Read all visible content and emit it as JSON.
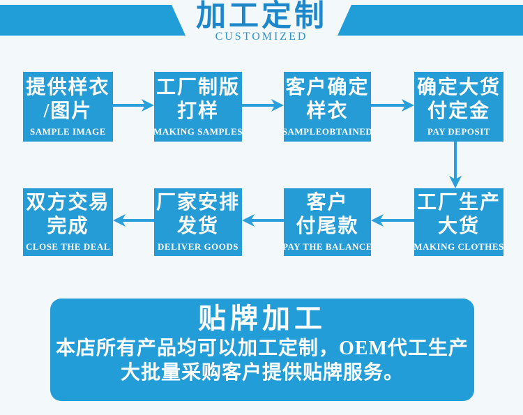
{
  "page": {
    "background": "#f3f8fb",
    "accent_blue": "#219ed8",
    "box_blue": "#259cd6",
    "title_blue": "#1e87ca",
    "text_white": "#ffffff"
  },
  "header": {
    "title": "加工定制",
    "subtitle": "CUSTOMIZED"
  },
  "flow": {
    "row1": [
      {
        "zh1": "提供样衣",
        "zh2": "/图片",
        "en": "SAMPLE IMAGE"
      },
      {
        "zh1": "工厂制版",
        "zh2": "打样",
        "en": "MAKING SAMPLES"
      },
      {
        "zh1": "客户确定",
        "zh2": "样衣",
        "en": "SAMPLEOBTAINED"
      },
      {
        "zh1": "确定大货",
        "zh2": "付定金",
        "en": "PAY DEPOSIT"
      }
    ],
    "row2": [
      {
        "zh1": "双方交易",
        "zh2": "完成",
        "en": "CLOSE THE DEAL"
      },
      {
        "zh1": "厂家安排",
        "zh2": "发货",
        "en": "DELIVER GOODS"
      },
      {
        "zh1": "客户",
        "zh2": "付尾款",
        "en": "PAY THE BALANCE"
      },
      {
        "zh1": "工厂生产",
        "zh2": "大货",
        "en": "MAKING CLOTHES"
      }
    ]
  },
  "oem": {
    "title": "贴牌加工",
    "line1": "本店所有产品均可以加工定制，OEM代工生产",
    "line2": "大批量采购客户提供贴牌服务。"
  }
}
